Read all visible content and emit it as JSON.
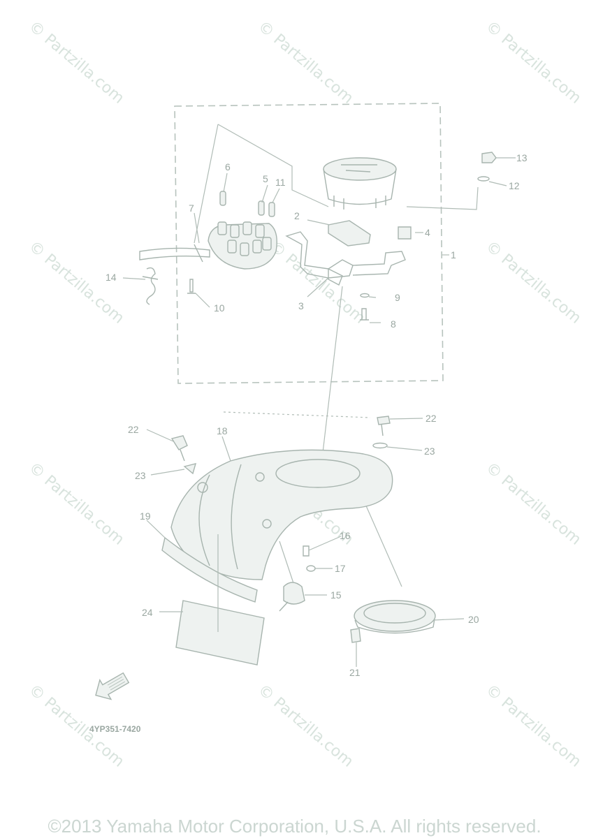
{
  "watermark": {
    "text": "© Partzilla.com"
  },
  "diagram_code": "4YP351-7420",
  "copyright": "©2013 Yamaha Motor Corporation, U.S.A. All rights reserved.",
  "callouts": [
    "1",
    "2",
    "3",
    "4",
    "5",
    "6",
    "7",
    "8",
    "9",
    "10",
    "11",
    "12",
    "13",
    "14",
    "15",
    "16",
    "17",
    "18",
    "19",
    "20",
    "21",
    "22",
    "22",
    "23",
    "23",
    "24"
  ],
  "colors": {
    "line": "#a7b4ae",
    "watermark": "#d8e3dd",
    "label": "#9aa7a1"
  },
  "icons": [
    "fwd-arrow-icon"
  ]
}
